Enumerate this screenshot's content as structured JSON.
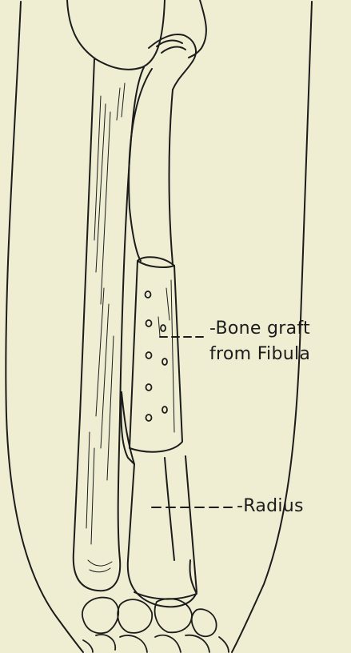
{
  "labels": {
    "graft_line1": "-Bone graft",
    "graft_line2": "from Fibula",
    "radius": "-Radius"
  },
  "colors": {
    "background": "#efeed2",
    "ink": "#1c1c1c"
  }
}
